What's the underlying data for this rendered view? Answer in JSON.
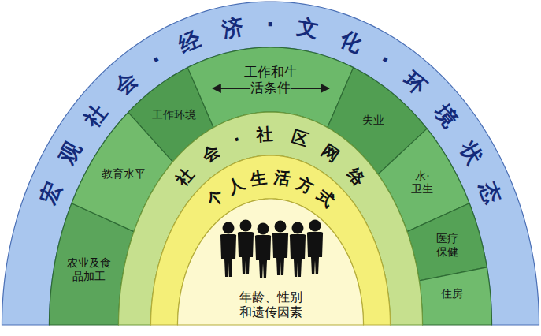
{
  "diagram": {
    "nodes": [
      {
        "text": [
          "宏观社会·经济·文化·环境状态"
        ]
      },
      {
        "text": [
          "农业及食品加工"
        ]
      },
      {
        "text": [
          "教育水平"
        ]
      },
      {
        "text": [
          "工作环境"
        ]
      },
      {
        "text": [
          "工作和生活条件"
        ]
      },
      {
        "text": [
          "失业"
        ]
      },
      {
        "text": [
          "水·卫生"
        ]
      },
      {
        "text": [
          "医疗保健"
        ]
      },
      {
        "text": [
          "住房"
        ]
      },
      {
        "text": [
          "社会·社区网络"
        ]
      },
      {
        "text": [
          "个人生活方式"
        ]
      },
      {
        "text": [
          "年龄、性别和遗传因素"
        ]
      }
    ]
  }
}
